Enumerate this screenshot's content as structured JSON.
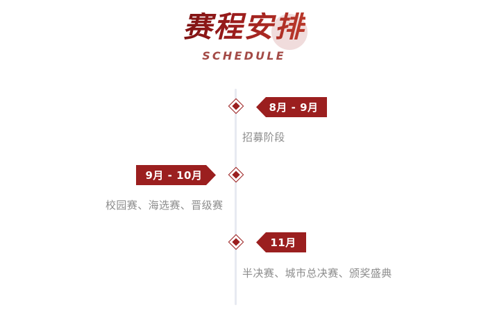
{
  "header": {
    "title": "赛程安排",
    "subtitle": "SCHEDULE"
  },
  "timeline": {
    "items": [
      {
        "period": "8月 - 9月",
        "description": "招募阶段",
        "side": "right"
      },
      {
        "period": "9月 - 10月",
        "description": "校园赛、海选赛、晋级赛",
        "side": "left"
      },
      {
        "period": "11月",
        "description": "半决赛、城市总决赛、颁奖盛典",
        "side": "right"
      }
    ]
  },
  "colors": {
    "brand_red": "#9b1f1f",
    "title_gradient_start": "#7d1212",
    "title_gradient_end": "#bb3a2c",
    "subtitle": "#a34a46",
    "axis_line": "#e7eaf1",
    "description_text": "#8c8c8c",
    "circle_decoration": "#f0dcdc",
    "background": "#ffffff"
  }
}
